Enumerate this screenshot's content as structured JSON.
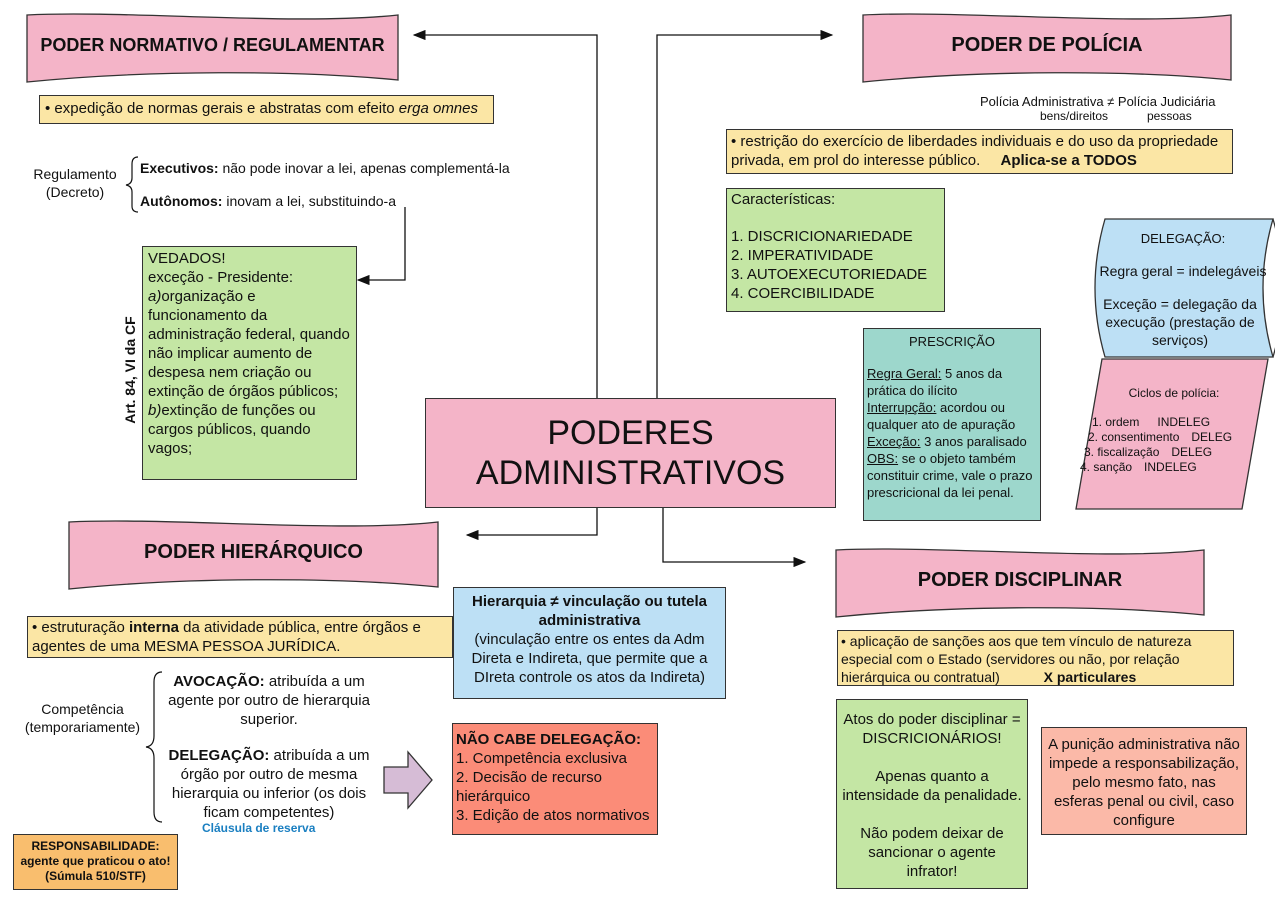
{
  "center_title": [
    "PODERES",
    "ADMINISTRATIVOS"
  ],
  "normativo": {
    "title": "PODER NORMATIVO / REGULAMENTAR",
    "bullet_prefix": "• expedição de normas gerais e abstratas com efeito ",
    "bullet_italic": "erga omnes",
    "regulamento_label": [
      "Regulamento",
      "(Decreto)"
    ],
    "executivos_label": "Executivos:",
    "executivos_text": " não pode inovar a lei, apenas complementá-la",
    "autonomos_label": "Autônomos:",
    "autonomos_text": " inovam a lei, substituindo-a",
    "art_label": "Art. 84, VI da CF",
    "vedados_lines": [
      "VEDADOS!",
      "exceção - Presidente:"
    ],
    "item_a_marker": "a)",
    "item_a_text": "organização e funcionamento da administração federal, quando não implicar aumento de despesa nem criação ou extinção de órgãos públicos;",
    "item_b_marker": "b)",
    "item_b_text": "extinção de funções ou cargos públicos, quando vagos;"
  },
  "policia": {
    "title": "PODER DE POLÍCIA",
    "comparison": "Polícia Administrativa ≠ Polícia Judiciária",
    "sub_left": "bens/direitos",
    "sub_right": "pessoas",
    "bullet_text": "• restrição do exercício de liberdades individuais e do uso da propriedade privada, em prol do interesse público.",
    "bullet_bold": "Aplica-se a TODOS",
    "caracteristicas_title": "Características:",
    "caracteristicas_items": [
      "1. DISCRICIONARIEDADE",
      "2. IMPERATIVIDADE",
      "3. AUTOEXECUTORIEDADE",
      "4. COERCIBILIDADE"
    ],
    "prescricao_title": "PRESCRIÇÃO",
    "regra_geral_label": "Regra Geral:",
    "regra_geral_text": " 5 anos da prática do ilícito",
    "interrupcao_label": "Interrupção:",
    "interrupcao_text": " acordou ou qualquer ato de apuração",
    "excecao_label": "Exceção:",
    "excecao_text": " 3 anos paralisado",
    "obs_label": "OBS:",
    "obs_text": " se o objeto também constituir crime, vale o prazo prescricional da lei penal.",
    "delegacao_title": "DELEGAÇÃO:",
    "delegacao_regra": "Regra geral = indelegáveis",
    "delegacao_excecao": "Exceção = delegação da execução (prestação de serviços)",
    "ciclos_title": "Ciclos de polícia:",
    "ciclos": [
      {
        "label": "1. ordem",
        "status": "INDELEG"
      },
      {
        "label": "2. consentimento",
        "status": "DELEG"
      },
      {
        "label": "3. fiscalização",
        "status": "DELEG"
      },
      {
        "label": "4. sanção",
        "status": "INDELEG"
      }
    ]
  },
  "hierarquico": {
    "title": "PODER HIERÁRQUICO",
    "bullet_pre": "•  estruturação ",
    "bullet_bold": "interna",
    "bullet_post": " da atividade pública, entre órgãos e agentes de uma MESMA PESSOA JURÍDICA.",
    "hierarquia_bold": "Hierarquia ≠ vinculação ou tutela administrativa",
    "hierarquia_text": "(vinculação entre os entes da Adm Direta e Indireta, que permite que a DIreta controle os atos da Indireta)",
    "competencia_label": [
      "Competência",
      "(temporariamente)"
    ],
    "avocacao_label": "AVOCAÇÃO:",
    "avocacao_text": " atribuída a um agente por outro de hierarquia superior.",
    "delegacao_label": "DELEGAÇÃO:",
    "delegacao_text": " atribuída a um órgão por outro de mesma hierarquia ou inferior (os dois ficam competentes)",
    "clausula": "Cláusula de reserva",
    "nao_cabe_title": "NÃO CABE DELEGAÇÃO:",
    "nao_cabe_items": [
      "1. Competência exclusiva",
      "2. Decisão de recurso hierárquico",
      "3. Edição de atos normativos"
    ],
    "responsabilidade": [
      "RESPONSABILIDADE:",
      "agente que praticou o ato!",
      "(Súmula 510/STF)"
    ]
  },
  "disciplinar": {
    "title": "PODER DISCIPLINAR",
    "bullet_text": "•  aplicação de sanções aos que tem vínculo de natureza especial com o Estado (servidores ou não, por relação hierárquica ou contratual)",
    "bullet_bold": "X particulares",
    "atos_p1": "Atos do poder disciplinar = DISCRICIONÁRIOS!",
    "atos_p2": "Apenas quanto a intensidade da penalidade.",
    "atos_p3": "Não podem deixar de sancionar o agente infrator!",
    "punicao": "A punição administrativa não impede a responsabilização, pelo mesmo fato, nas esferas penal ou civil, caso configure"
  },
  "colors": {
    "pink": "#f4b4c8",
    "yellow": "#fbe6a5",
    "green": "#c4e6a4",
    "blue": "#bde0f5",
    "teal": "#9dd7cc",
    "red": "#fb8c78",
    "salmon": "#fbb9a8",
    "orange": "#f9be6e",
    "clausula_blue": "#1a7fc1",
    "arrow_fill": "#d6bcd6"
  }
}
